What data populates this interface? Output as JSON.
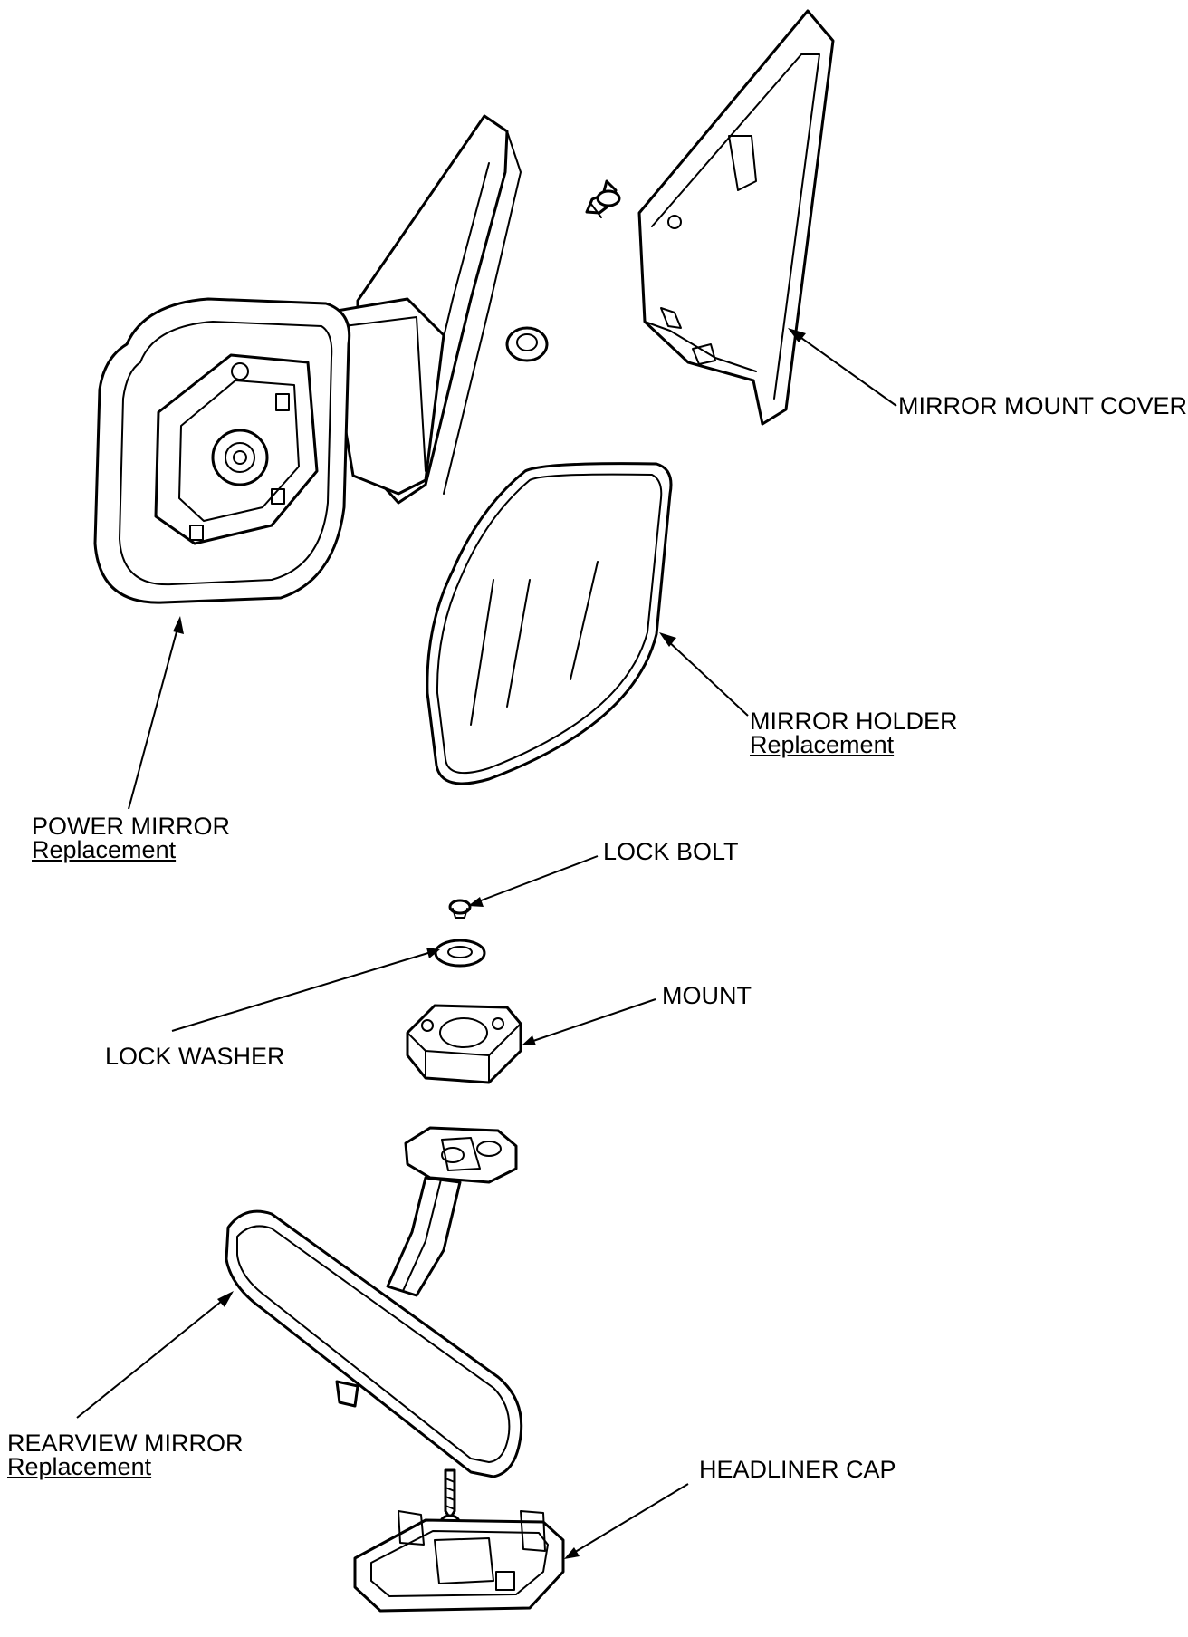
{
  "labels": {
    "mirror_mount_cover": "MIRROR MOUNT COVER",
    "mirror_holder": "MIRROR HOLDER",
    "mirror_holder_link": "Replacement",
    "power_mirror": "POWER MIRROR",
    "power_mirror_link": "Replacement",
    "lock_bolt": "LOCK BOLT",
    "lock_washer": "LOCK WASHER",
    "mount": "MOUNT",
    "rearview_mirror": "REARVIEW MIRROR",
    "rearview_mirror_link": "Replacement",
    "headliner_cap": "HEADLINER CAP"
  }
}
